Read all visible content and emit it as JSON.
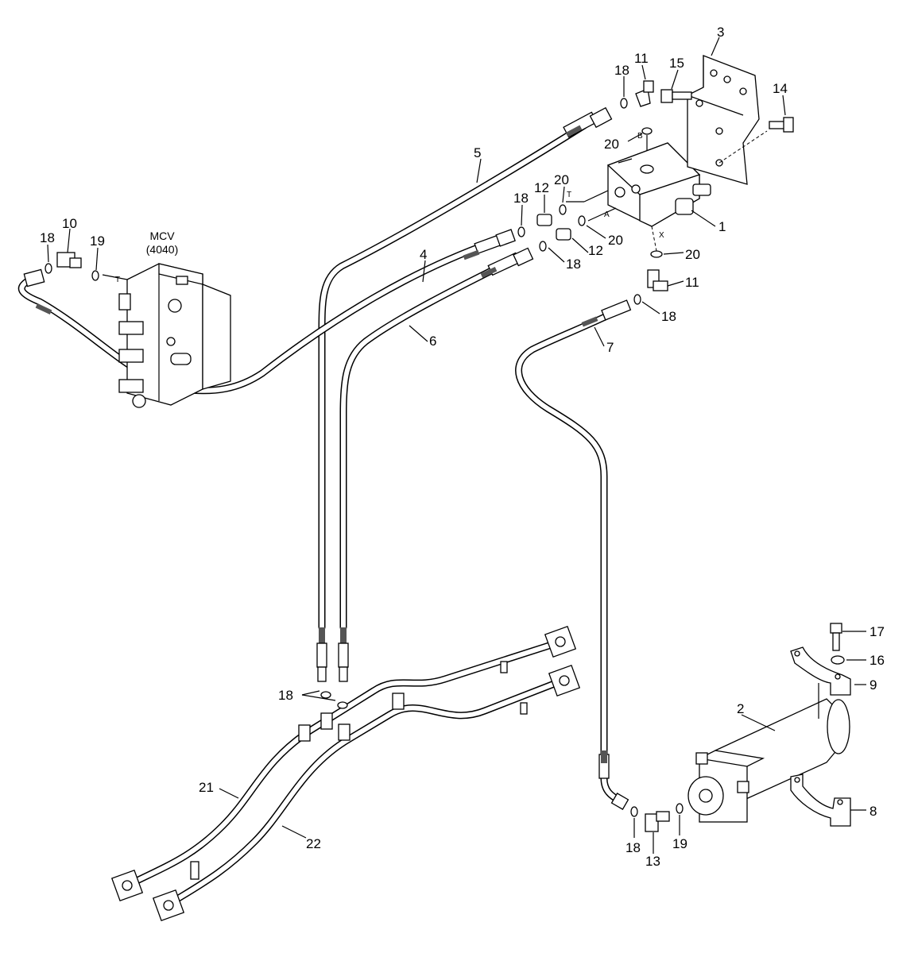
{
  "diagram": {
    "mcv_label": "MCV",
    "mcv_code": "(4040)",
    "port_labels": {
      "T": "T",
      "A": "A",
      "B": "B",
      "X": "X"
    },
    "callouts": {
      "c1": "1",
      "c2": "2",
      "c3": "3",
      "c4": "4",
      "c5": "5",
      "c6": "6",
      "c7": "7",
      "c8": "8",
      "c9": "9",
      "c10": "10",
      "c11a": "11",
      "c11b": "11",
      "c12a": "12",
      "c12b": "12",
      "c13": "13",
      "c14": "14",
      "c15": "15",
      "c16": "16",
      "c17": "17",
      "c18a": "18",
      "c18b": "18",
      "c18c": "18",
      "c18d": "18",
      "c18e": "18",
      "c18f": "18",
      "c19a": "19",
      "c19b": "19",
      "c20a": "20",
      "c20b": "20",
      "c20c": "20",
      "c20d": "20",
      "c21": "21",
      "c22": "22"
    }
  }
}
